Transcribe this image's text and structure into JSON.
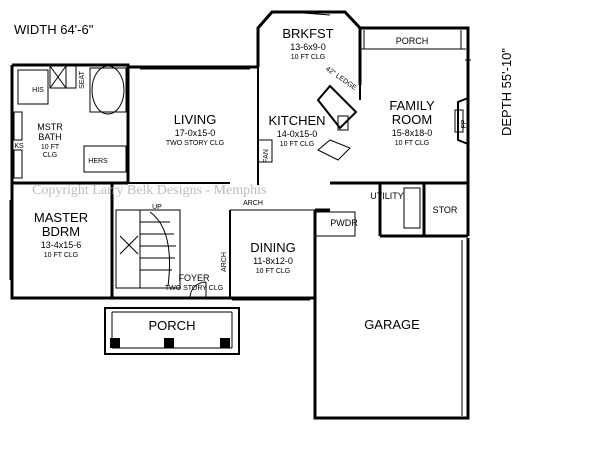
{
  "overall": {
    "width": "WIDTH  64'-6\"",
    "depth": "DEPTH  55'-10\""
  },
  "copyright": "Copyright Larry Belk Designs - Memphis",
  "rooms": {
    "brkfst": {
      "name": "BRKFST",
      "dim": "13-6x9-0",
      "ceiling": "10 FT CLG"
    },
    "living": {
      "name": "LIVING",
      "dim": "17-0x15-0",
      "ceiling": "TWO STORY CLG"
    },
    "kitchen": {
      "name": "KITCHEN",
      "dim": "14-0x15-0",
      "ceiling": "10 FT CLG"
    },
    "family": {
      "name1": "FAMILY",
      "name2": "ROOM",
      "dim": "15-8x18-0",
      "ceiling": "10 FT CLG"
    },
    "mstrbath": {
      "name1": "MSTR",
      "name2": "BATH",
      "ceiling1": "10 FT",
      "ceiling2": "CLG"
    },
    "master": {
      "name1": "MASTER",
      "name2": "BDRM",
      "dim": "13-4x15-6",
      "ceiling": "10 FT CLG"
    },
    "dining": {
      "name": "DINING",
      "dim": "11-8x12-0",
      "ceiling": "10 FT CLG"
    },
    "foyer": {
      "name": "FOYER",
      "ceiling": "TWO STORY CLG"
    },
    "porch_front": {
      "name": "PORCH"
    },
    "porch_rear": {
      "name": "PORCH"
    },
    "garage": {
      "name": "GARAGE"
    },
    "utility": {
      "name": "UTILITY"
    },
    "pwdr": {
      "name": "PWDR"
    },
    "stor": {
      "name": "STOR"
    }
  },
  "labels": {
    "his": "HIS",
    "hers": "HERS",
    "seat": "SEAT",
    "ks": "KS",
    "fan": "FAN",
    "arch1": "ARCH",
    "arch2": "ARCH",
    "up": "UP",
    "fp": "FP",
    "ledge": "42\" LEDGE"
  }
}
